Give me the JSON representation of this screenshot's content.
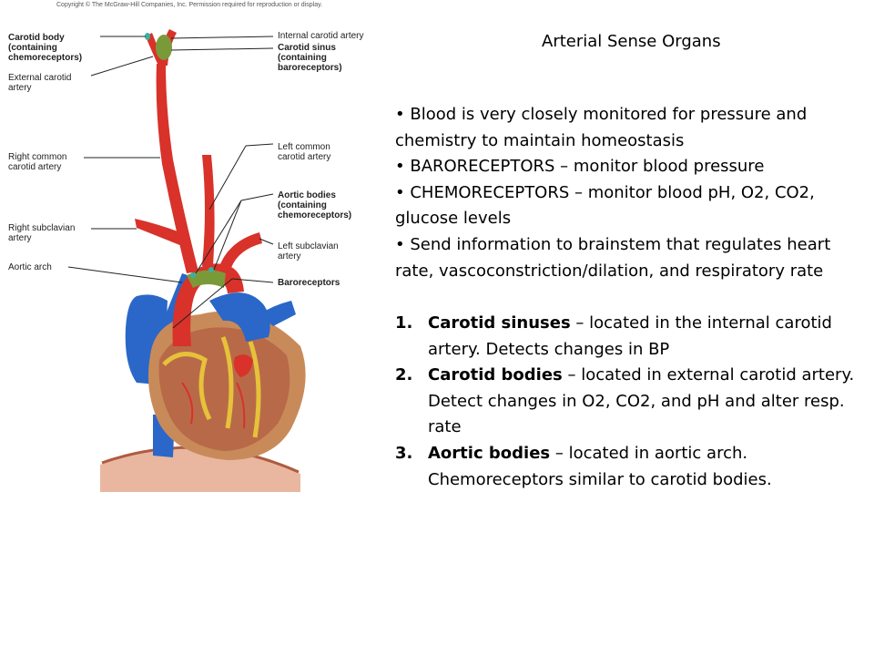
{
  "figure": {
    "copyright": "Copyright © The McGraw-Hill Companies, Inc. Permission required for reproduction or display.",
    "labels": {
      "carotid_body": "Carotid body\n(containing\nchemoreceptors)",
      "external_carotid": "External carotid\nartery",
      "internal_carotid": "Internal carotid artery",
      "carotid_sinus": "Carotid sinus\n(containing\nbaroreceptors)",
      "right_common_carotid": "Right common\ncarotid artery",
      "left_common_carotid": "Left common\ncarotid artery",
      "aortic_bodies": "Aortic bodies\n(containing\nchemoreceptors)",
      "right_subclavian": "Right subclavian\nartery",
      "left_subclavian": "Left subclavian\nartery",
      "aortic_arch": "Aortic arch",
      "baroreceptors": "Baroreceptors"
    },
    "colors": {
      "artery": "#d8322a",
      "vein": "#2a67c8",
      "receptor": "#7a9a3a",
      "heart": "#c98a5a",
      "fat": "#e6c23a"
    }
  },
  "slide": {
    "title": "Arterial Sense Organs",
    "bullets": [
      "• Blood is very closely monitored for pressure and chemistry to maintain homeostasis",
      "• BARORECEPTORS – monitor blood pressure",
      "• CHEMORECEPTORS – monitor blood pH, O2, CO2, glucose levels",
      "• Send information to brainstem that regulates heart rate, vascoconstriction/dilation, and respiratory rate"
    ],
    "numbered": [
      {
        "num": "1.",
        "term": "Carotid sinuses",
        "desc": " – located in the internal carotid artery. Detects changes in BP"
      },
      {
        "num": "2.",
        "term": "Carotid bodies",
        "desc": " – located in external carotid artery. Detect changes in O2, CO2, and pH and alter resp. rate"
      },
      {
        "num": "3.",
        "term": "Aortic bodies",
        "desc": " – located in aortic arch. Chemoreceptors similar to carotid bodies."
      }
    ]
  }
}
